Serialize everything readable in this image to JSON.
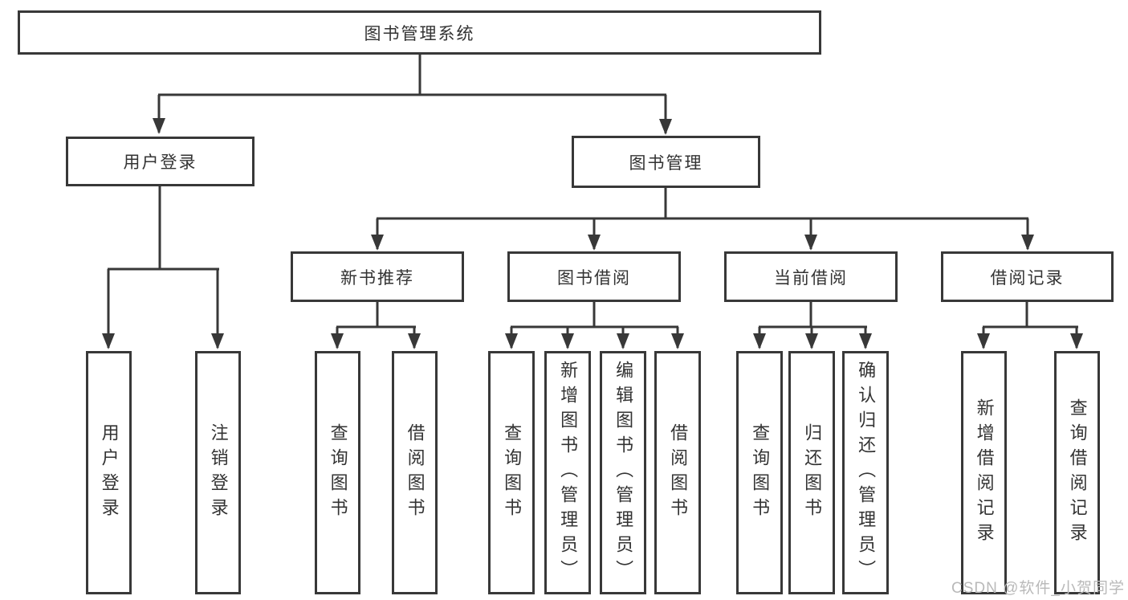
{
  "diagram": {
    "type": "hierarchy-tree",
    "title": "图书管理系统",
    "line_color": "#383838",
    "text_color": "#333333",
    "background_color": "#ffffff",
    "edges": [
      [
        "图书管理系统",
        "用户登录"
      ],
      [
        "图书管理系统",
        "图书管理"
      ],
      [
        "用户登录",
        "用户登录"
      ],
      [
        "用户登录",
        "注销登录"
      ],
      [
        "图书管理",
        "新书推荐"
      ],
      [
        "图书管理",
        "图书借阅"
      ],
      [
        "图书管理",
        "当前借阅"
      ],
      [
        "图书管理",
        "借阅记录"
      ],
      [
        "新书推荐",
        "查询图书"
      ],
      [
        "新书推荐",
        "借阅图书"
      ],
      [
        "图书借阅",
        "查询图书"
      ],
      [
        "图书借阅",
        "新增图书（管理员）"
      ],
      [
        "图书借阅",
        "编辑图书（管理员）"
      ],
      [
        "图书借阅",
        "借阅图书"
      ],
      [
        "当前借阅",
        "查询图书"
      ],
      [
        "当前借阅",
        "归还图书"
      ],
      [
        "当前借阅",
        "确认归还（管理员）"
      ],
      [
        "借阅记录",
        "新增借阅记录"
      ],
      [
        "借阅记录",
        "查询借阅记录"
      ]
    ]
  },
  "nodes": {
    "root": {
      "label": "图书管理系统"
    },
    "user_login": {
      "label": "用户登录"
    },
    "book_management": {
      "label": "图书管理"
    },
    "leaf_user_login": {
      "label": "用户登录"
    },
    "leaf_logout": {
      "label": "注销登录"
    },
    "new_book_rec": {
      "label": "新书推荐"
    },
    "book_borrow": {
      "label": "图书借阅"
    },
    "current_borrow": {
      "label": "当前借阅"
    },
    "borrow_records": {
      "label": "借阅记录"
    },
    "nbr_query_books": {
      "label": "查询图书"
    },
    "nbr_borrow_books": {
      "label": "借阅图书"
    },
    "bb_query_books": {
      "label": "查询图书"
    },
    "bb_add_books": {
      "label": "新增图书（管理员）"
    },
    "bb_edit_books": {
      "label": "编辑图书（管理员）"
    },
    "bb_borrow_books": {
      "label": "借阅图书"
    },
    "cb_query_books": {
      "label": "查询图书"
    },
    "cb_return_books": {
      "label": "归还图书"
    },
    "cb_confirm_return": {
      "label": "确认归还（管理员）"
    },
    "br_add_record": {
      "label": "新增借阅记录"
    },
    "br_query_record": {
      "label": "查询借阅记录"
    }
  },
  "watermark": {
    "text": "CSDN @软件_小贺同学"
  }
}
